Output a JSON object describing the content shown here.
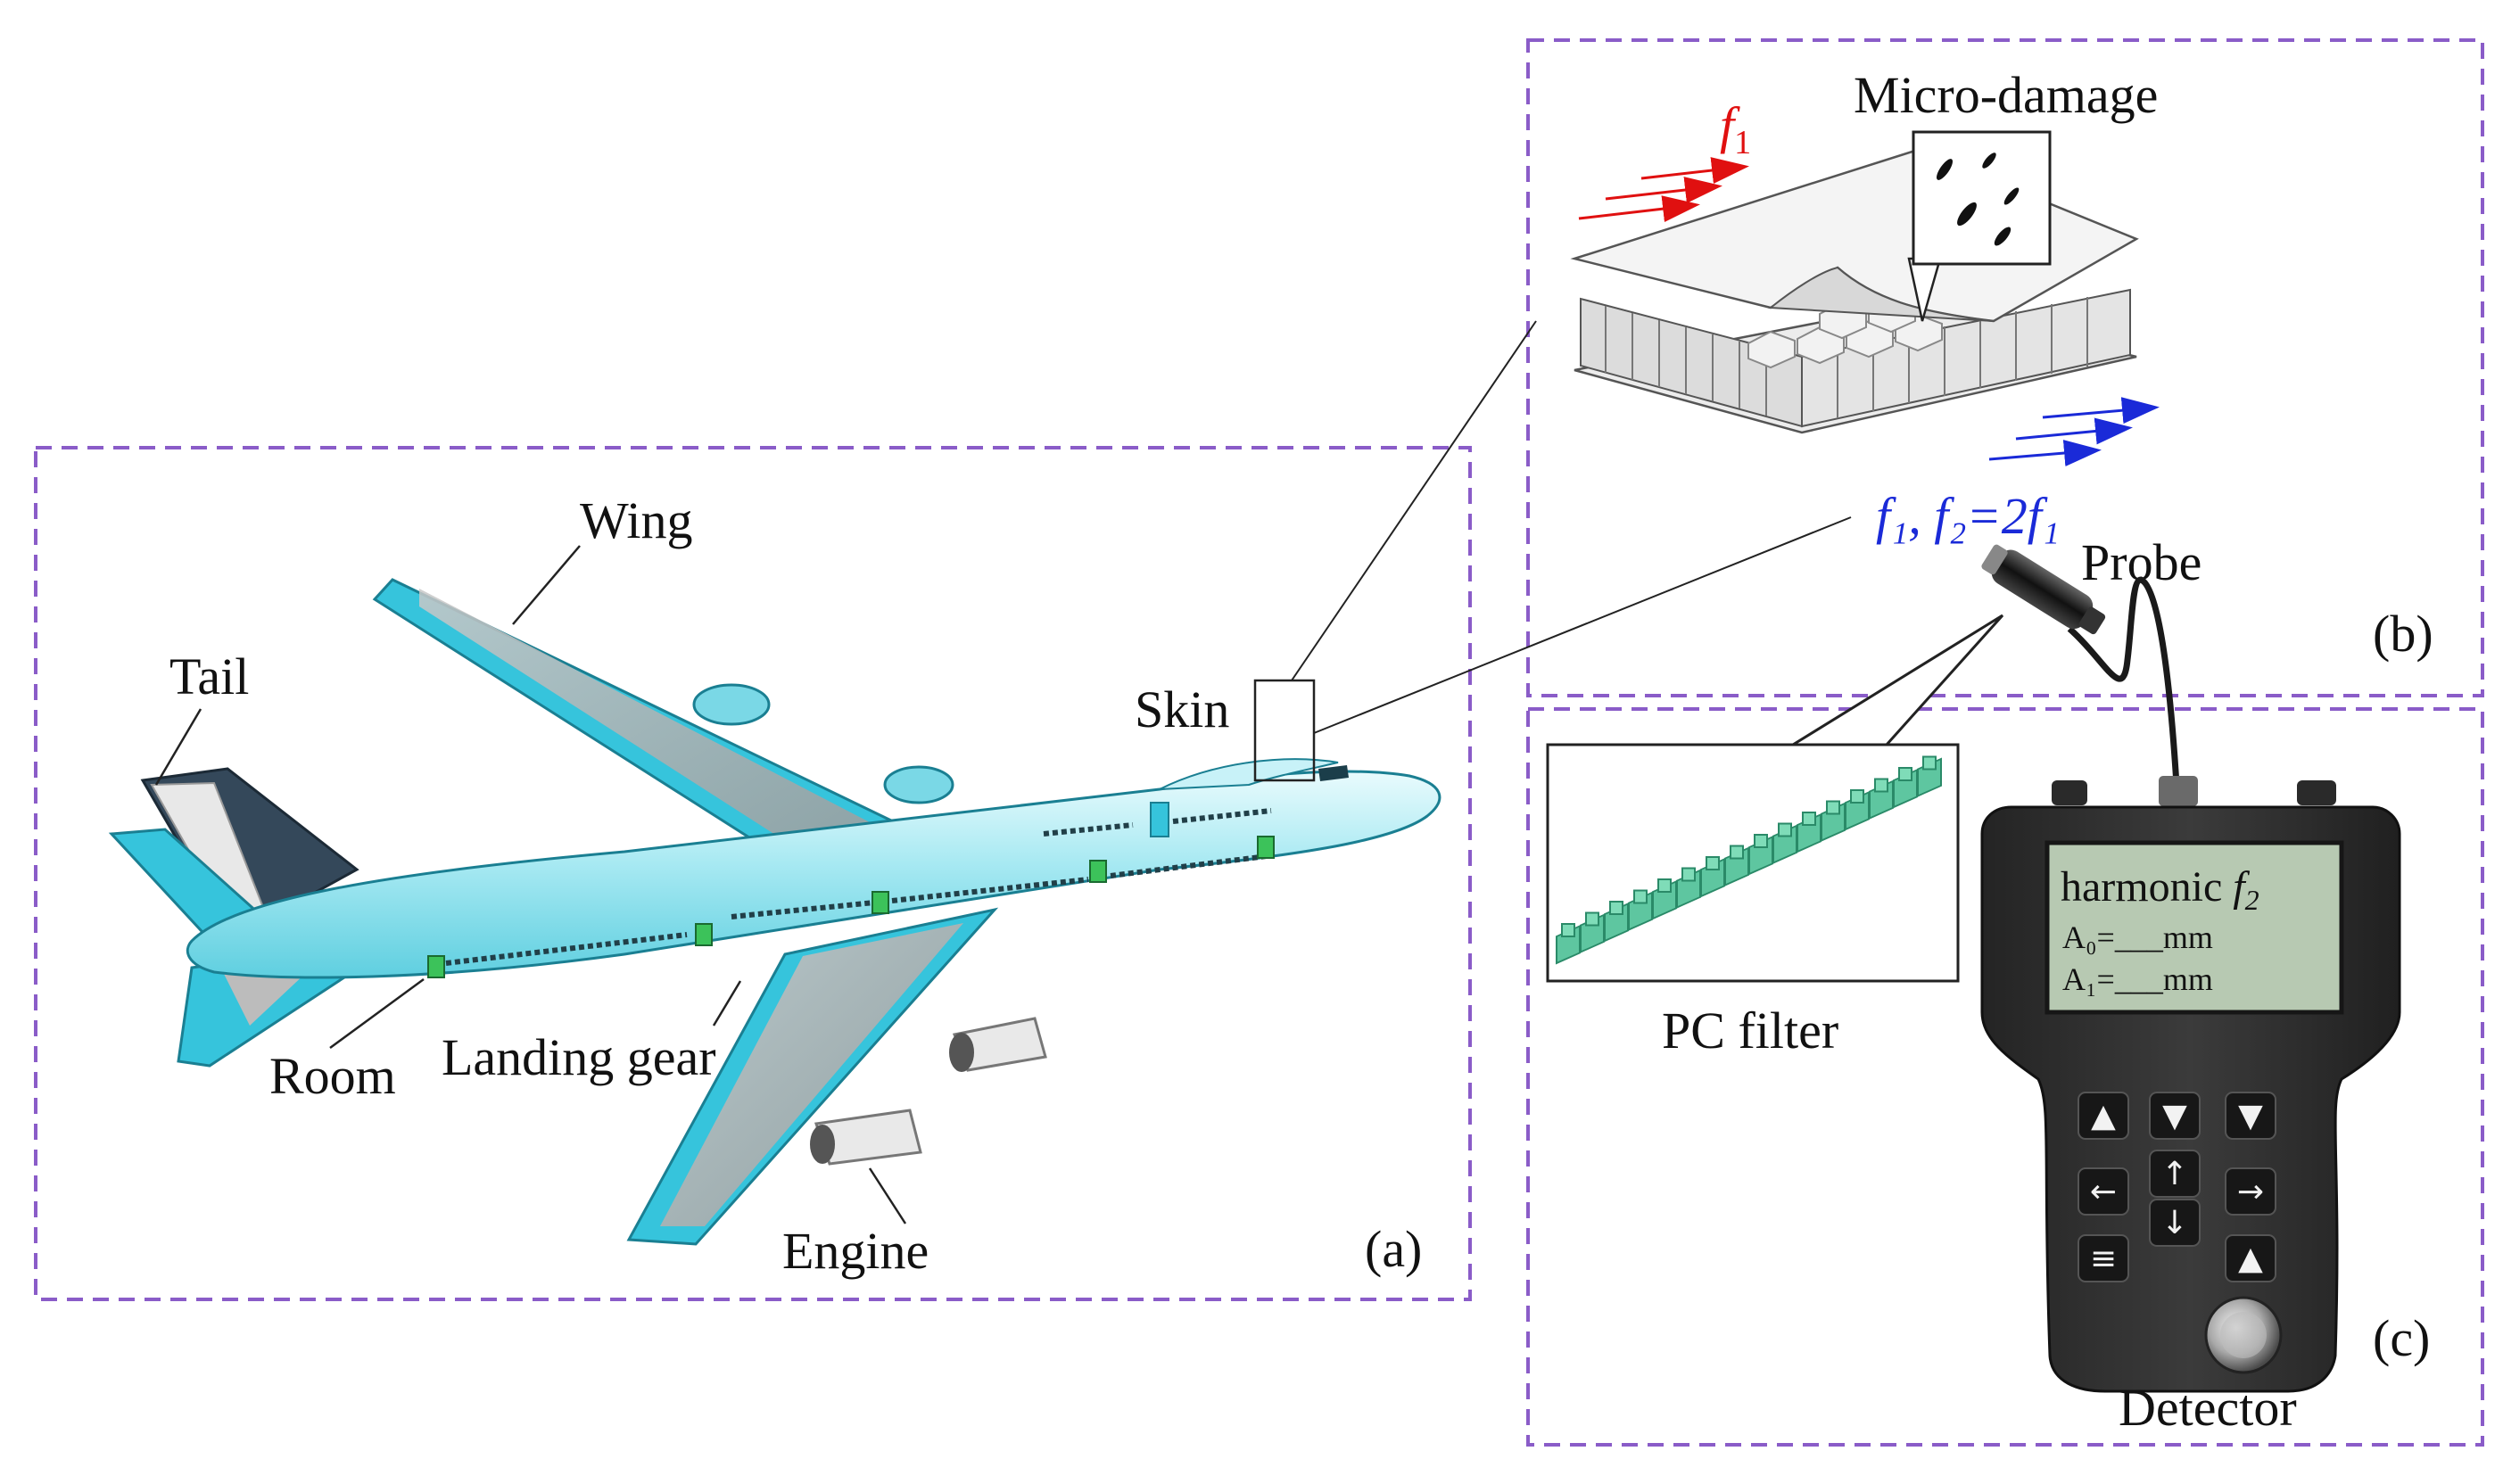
{
  "panels": {
    "a": {
      "tag": "(a)"
    },
    "b": {
      "tag": "(b)"
    },
    "c": {
      "tag": "(c)"
    }
  },
  "aircraft_labels": {
    "wing": "Wing",
    "tail": "Tail",
    "skin": "Skin",
    "room": "Room",
    "landing_gear": "Landing gear",
    "engine": "Engine"
  },
  "panel_b": {
    "micro_damage": "Micro-damage",
    "input_frequency_f": "f",
    "input_frequency_sub": "1",
    "output_frequency": "f₁, f₂=2f₁",
    "probe": "Probe"
  },
  "panel_c": {
    "pc_filter": "PC filter",
    "detector": "Detector",
    "screen": {
      "line1_text": "harmonic ",
      "line1_var": "f",
      "line1_sub": "2",
      "line2": "A₀=___mm",
      "line3": "A₁=___mm"
    }
  },
  "colors": {
    "frame_dash": "#8a5cc8",
    "airplane_body": "#9fe6f0",
    "airplane_accent": "#36c4dc",
    "airplane_tail": "#34485a",
    "input_arrows": "#e01010",
    "output_arrows": "#1a2ad8",
    "pc_filter": "#5ec6a0",
    "screen": "#b7c9b2",
    "detector_body": "#2e2e2e"
  }
}
